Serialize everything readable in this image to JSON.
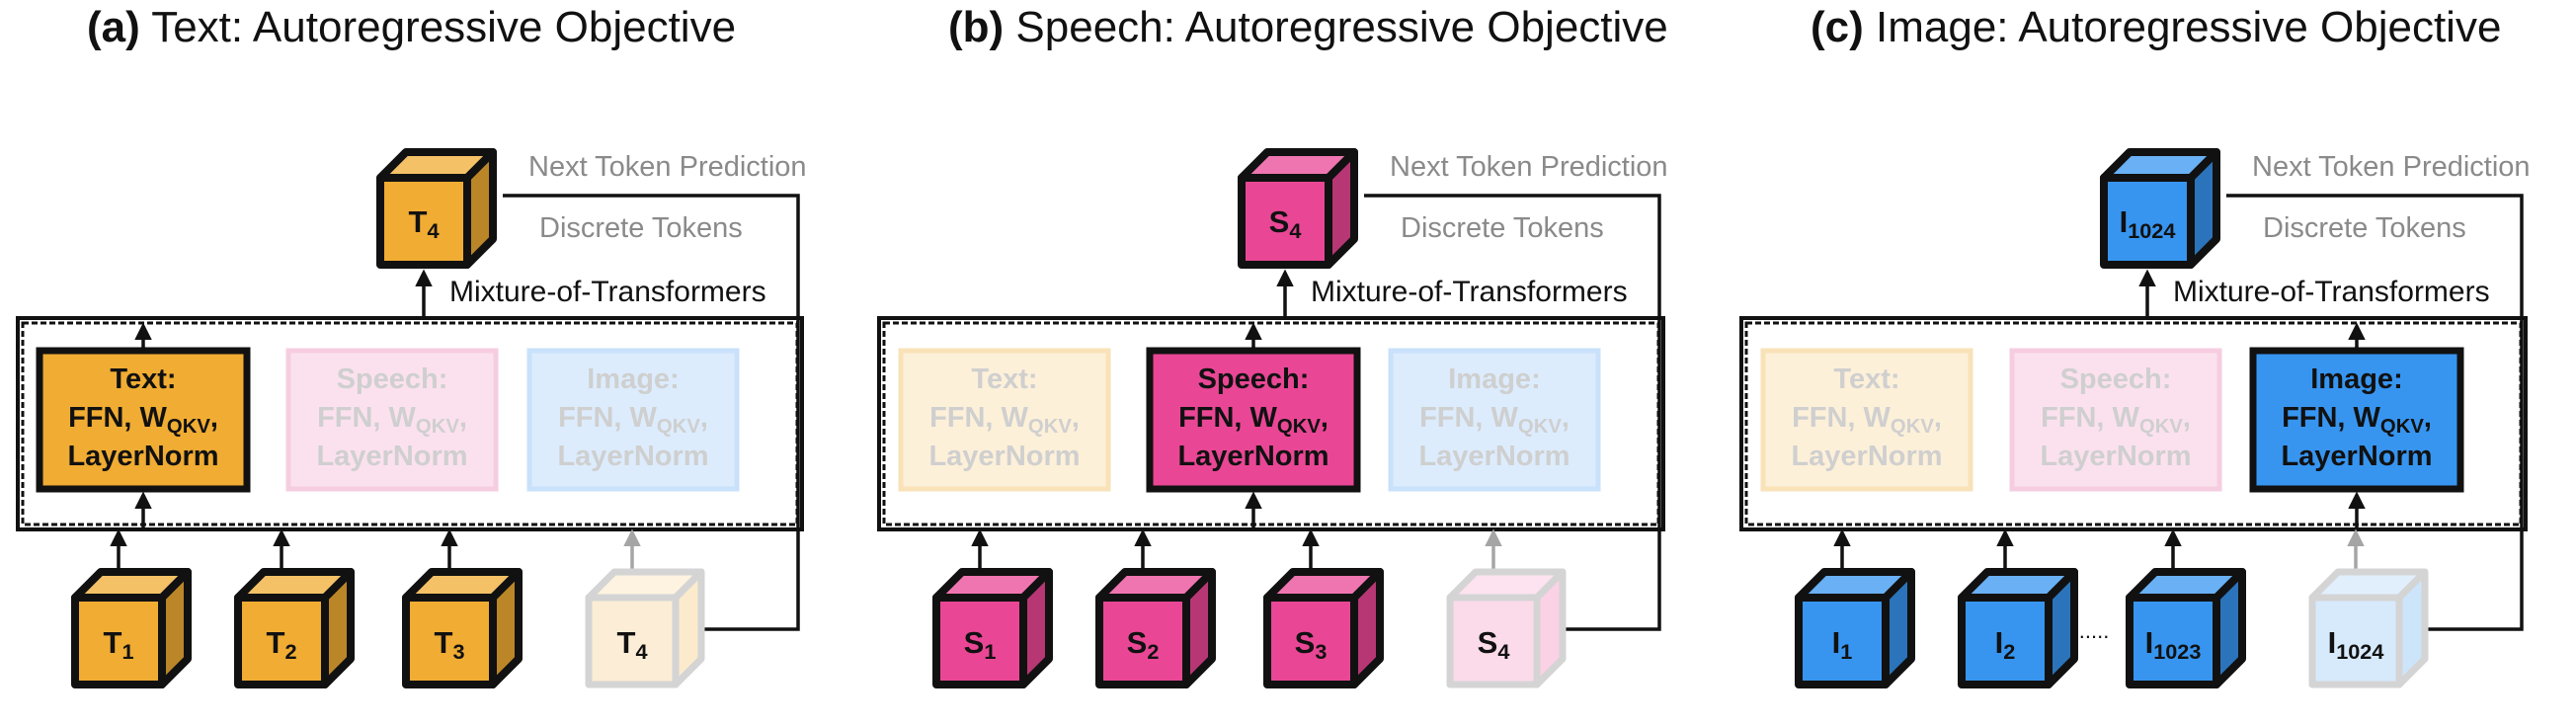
{
  "panels": [
    {
      "id": "text",
      "title_prefix": "(a)",
      "title_rest": " Text: Autoregressive Objective",
      "prediction": {
        "label": "T",
        "sub": "4"
      },
      "next_token_label": "Next Token Prediction",
      "discrete_label": "Discrete Tokens",
      "mot_label": "Mixture-of-Transformers",
      "active_index": 0,
      "color": "#f0ac33",
      "ellipsis": "",
      "tokens": [
        {
          "label": "T",
          "sub": "1",
          "faded": false
        },
        {
          "label": "T",
          "sub": "2",
          "faded": false
        },
        {
          "label": "T",
          "sub": "3",
          "faded": false
        },
        {
          "label": "T",
          "sub": "4",
          "faded": true
        }
      ]
    },
    {
      "id": "speech",
      "title_prefix": "(b)",
      "title_rest": " Speech: Autoregressive Objective",
      "prediction": {
        "label": "S",
        "sub": "4"
      },
      "next_token_label": "Next Token Prediction",
      "discrete_label": "Discrete Tokens",
      "mot_label": "Mixture-of-Transformers",
      "active_index": 1,
      "color": "#e94795",
      "ellipsis": "",
      "tokens": [
        {
          "label": "S",
          "sub": "1",
          "faded": false
        },
        {
          "label": "S",
          "sub": "2",
          "faded": false
        },
        {
          "label": "S",
          "sub": "3",
          "faded": false
        },
        {
          "label": "S",
          "sub": "4",
          "faded": true
        }
      ]
    },
    {
      "id": "image",
      "title_prefix": "(c)",
      "title_rest": " Image: Autoregressive Objective",
      "prediction": {
        "label": "I",
        "sub": "1024"
      },
      "next_token_label": "Next Token Prediction",
      "discrete_label": "Discrete Tokens",
      "mot_label": "Mixture-of-Transformers",
      "active_index": 2,
      "color": "#3795f0",
      "ellipsis": "......",
      "tokens": [
        {
          "label": "I",
          "sub": "1",
          "faded": false
        },
        {
          "label": "I",
          "sub": "2",
          "faded": false
        },
        {
          "label": "I",
          "sub": "1023",
          "faded": false
        },
        {
          "label": "I",
          "sub": "1024",
          "faded": true
        }
      ]
    }
  ],
  "experts": [
    {
      "name": "Text:",
      "line2_prefix": "FFN, W",
      "line2_sub": "QKV",
      "line2_suffix": ",",
      "line3": "LayerNorm",
      "color": "#f0ac33",
      "faded_fill": "#fdf0d9",
      "faded_stroke": "#f9e2b8"
    },
    {
      "name": "Speech:",
      "line2_prefix": "FFN, W",
      "line2_sub": "QKV",
      "line2_suffix": ",",
      "line3": "LayerNorm",
      "color": "#e94795",
      "faded_fill": "#fbe1ee",
      "faded_stroke": "#f6cde0"
    },
    {
      "name": "Image:",
      "line2_prefix": "FFN, W",
      "line2_sub": "QKV",
      "line2_suffix": ",",
      "line3": "LayerNorm",
      "color": "#3795f0",
      "faded_fill": "#dcecfd",
      "faded_stroke": "#c9e1fa"
    }
  ]
}
